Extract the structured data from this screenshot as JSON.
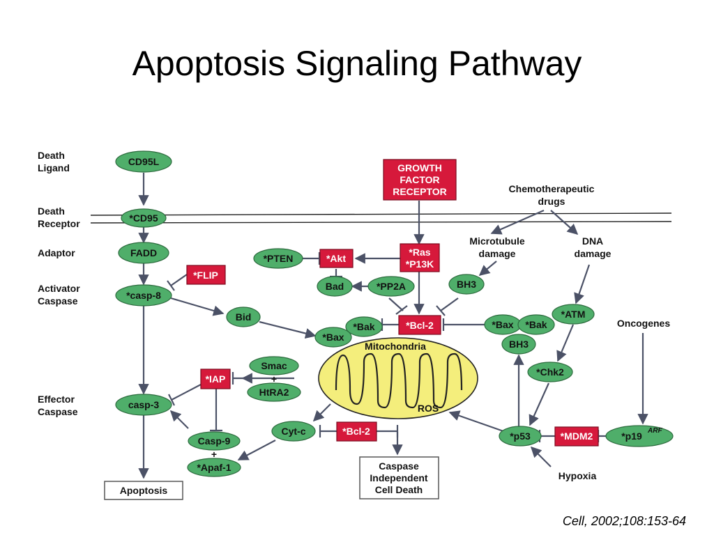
{
  "title": "Apoptosis Signaling Pathway",
  "citation": "Cell, 2002;108:153-64",
  "side_labels": {
    "death_ligand": [
      "Death",
      "Ligand"
    ],
    "death_receptor": [
      "Death",
      "Receptor"
    ],
    "adaptor": [
      "Adaptor"
    ],
    "activator_caspase": [
      "Activator",
      "Caspase"
    ],
    "effector_caspase": [
      "Effector",
      "Caspase"
    ]
  },
  "nodes": {
    "cd95l": "CD95L",
    "cd95": "*CD95",
    "fadd": "FADD",
    "casp8": "*casp-8",
    "bid": "Bid",
    "casp3": "casp-3",
    "pten": "*PTEN",
    "bad": "Bad",
    "pp2a": "*PP2A",
    "bh3_left": "BH3",
    "bak_left": "*Bak",
    "bax_left": "*Bax",
    "smac": "Smac",
    "htra2": "HtRA2",
    "casp9": "Casp-9",
    "apaf1": "*Apaf-1",
    "cytc": "Cyt-c",
    "bax_right": "*Bax",
    "bak_right": "*Bak",
    "bh3_right": "BH3",
    "atm": "*ATM",
    "chk2": "*Chk2",
    "p53": "*p53",
    "p19": "*p19",
    "p19_sup": "ARF"
  },
  "red_boxes": {
    "growth_factor_receptor": [
      "GROWTH",
      "FACTOR",
      "RECEPTOR"
    ],
    "akt": "*Akt",
    "ras_p13k": [
      "*Ras",
      "*P13K"
    ],
    "flip": "*FLIP",
    "bcl2_top": "*Bcl-2",
    "iap": "*IAP",
    "bcl2_bottom": "*Bcl-2",
    "mdm2": "*MDM2"
  },
  "white_boxes": {
    "apoptosis": "Apoptosis",
    "caspase_independent": [
      "Caspase",
      "Independent",
      "Cell Death"
    ]
  },
  "free_labels": {
    "chemotherapeutic_drugs": [
      "Chemotherapeutic",
      "drugs"
    ],
    "microtubule_damage": [
      "Microtubule",
      "damage"
    ],
    "dna_damage": [
      "DNA",
      "damage"
    ],
    "oncogenes": "Oncogenes",
    "hypoxia": "Hypoxia",
    "plus_smac": "+",
    "plus_casp9": "+"
  },
  "mitochondria": {
    "label": "Mitochondria",
    "ros": "ROS"
  },
  "colors": {
    "node_green": "#4fae6a",
    "inhibitor_red": "#d6193b",
    "mitochondria_yellow": "#f4ee7c",
    "edge_gray": "#4b5166"
  }
}
